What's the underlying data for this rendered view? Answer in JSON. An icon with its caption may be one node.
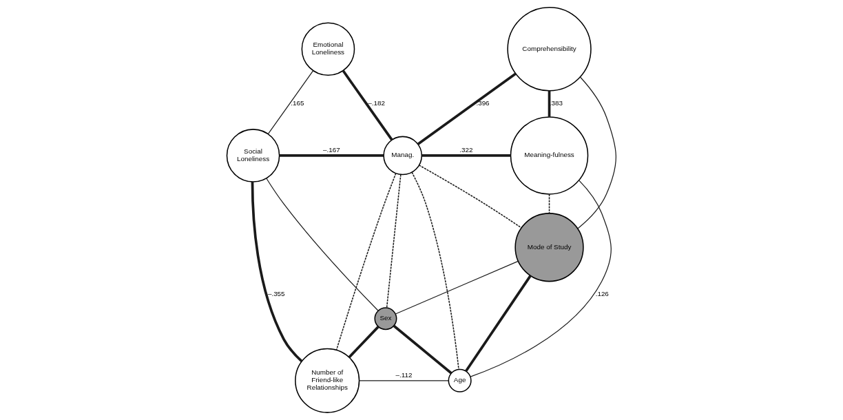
{
  "diagram": {
    "nodes": [
      {
        "text": [
          "Emotional Loneliness"
        ]
      },
      {
        "text": [
          "Comprehensibility"
        ]
      },
      {
        "text": [
          "Social Loneliness"
        ]
      },
      {
        "text": [
          "Manag."
        ]
      },
      {
        "text": [
          "Meaning-fulness"
        ]
      },
      {
        "text": [
          "Mode of Study"
        ]
      },
      {
        "text": [
          "Sex"
        ]
      },
      {
        "text": [
          "Number of Friend-like Relationships"
        ]
      },
      {
        "text": [
          "Age"
        ]
      }
    ],
    "edges": [
      {
        "from": 0,
        "to": 2,
        "arrow": "none",
        "label": ".165"
      },
      {
        "from": 0,
        "to": 3,
        "arrow": "none",
        "label": "–.182",
        "style": "thick"
      },
      {
        "from": 1,
        "to": 3,
        "arrow": "none",
        "label": ".396",
        "style": "thick"
      },
      {
        "from": 1,
        "to": 4,
        "arrow": "none",
        "label": ".383",
        "style": "thick"
      },
      {
        "from": 1,
        "to": 5,
        "arrow": "none"
      },
      {
        "from": 2,
        "to": 3,
        "arrow": "none",
        "label": "–.167",
        "style": "thick"
      },
      {
        "from": 3,
        "to": 4,
        "arrow": "none",
        "label": ".322",
        "style": "thick"
      },
      {
        "from": 2,
        "to": 6,
        "arrow": "none"
      },
      {
        "from": 2,
        "to": 7,
        "arrow": "none",
        "label": "–.355",
        "style": "thick"
      },
      {
        "from": 3,
        "to": 7,
        "arrow": "none",
        "style": "dashed"
      },
      {
        "from": 3,
        "to": 6,
        "arrow": "none",
        "style": "dashed"
      },
      {
        "from": 3,
        "to": 8,
        "arrow": "none",
        "style": "dashed"
      },
      {
        "from": 3,
        "to": 5,
        "arrow": "none",
        "style": "dashed"
      },
      {
        "from": 4,
        "to": 5,
        "arrow": "none",
        "style": "dashed"
      },
      {
        "from": 4,
        "to": 8,
        "arrow": "none",
        "label": ".126"
      },
      {
        "from": 5,
        "to": 6,
        "arrow": "none"
      },
      {
        "from": 5,
        "to": 8,
        "arrow": "none",
        "style": "thick"
      },
      {
        "from": 6,
        "to": 7,
        "arrow": "none",
        "style": "thick"
      },
      {
        "from": 6,
        "to": 8,
        "arrow": "none",
        "style": "thick"
      },
      {
        "from": 7,
        "to": 8,
        "arrow": "none",
        "label": "–.112"
      }
    ]
  }
}
